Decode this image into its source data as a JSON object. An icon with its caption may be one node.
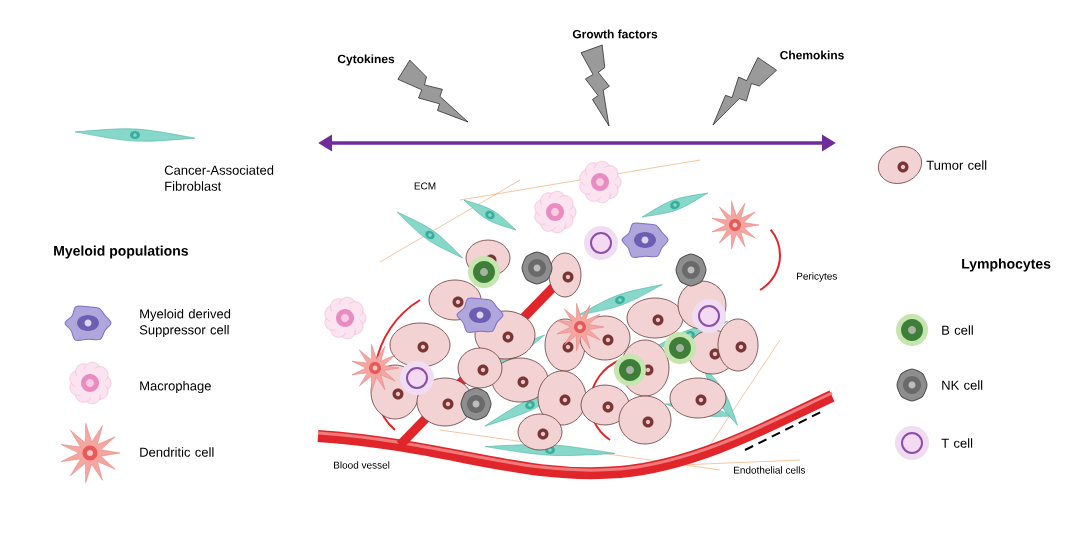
{
  "diagram": {
    "labels": [
      "Cytokines",
      "Growth factors",
      "Chemokins",
      "ECM",
      "Myeloid populations",
      "Pericytes",
      "Lymphocytes",
      "Blood vessel",
      "Endothelial cells"
    ],
    "legend": [
      {
        "text": "Cancer-Associated Fibroblast"
      },
      {
        "text": "Tumor cell"
      },
      {
        "text": "Myeloid derived Suppressor cell"
      },
      {
        "text": "Macrophage"
      },
      {
        "text": "Dendritic cell"
      },
      {
        "text": "B cell"
      },
      {
        "text": "NK cell"
      },
      {
        "text": "T cell"
      }
    ]
  }
}
